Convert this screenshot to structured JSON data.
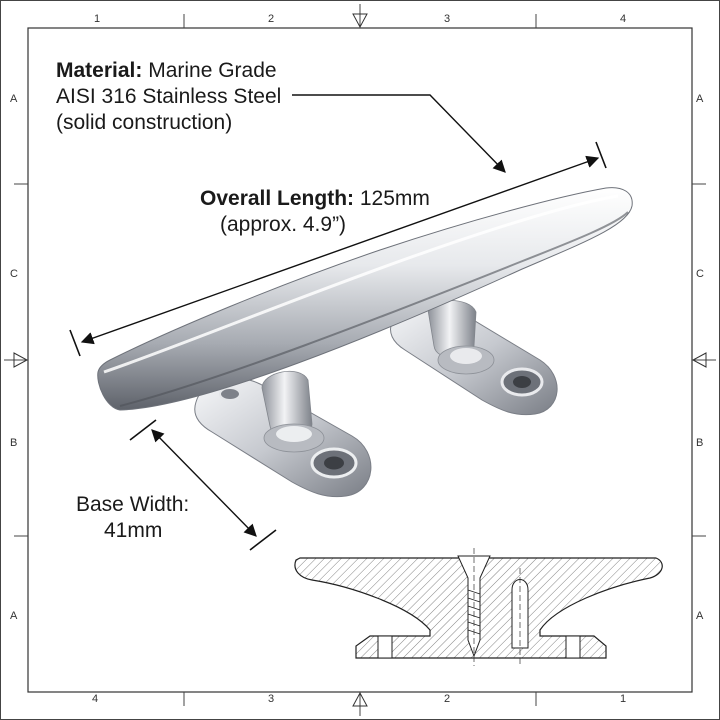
{
  "frame": {
    "top_zones": [
      "1",
      "2",
      "3",
      "4"
    ],
    "bottom_zones": [
      "4",
      "3",
      "2",
      "1"
    ],
    "left_zones": [
      "A",
      "C",
      "B",
      "A"
    ],
    "right_zones": [
      "A",
      "C",
      "B",
      "A"
    ]
  },
  "annotations": {
    "material": {
      "label": "Material:",
      "line1": "Marine Grade",
      "line2": "AISI 316 Stainless Steel",
      "line3": "(solid construction)"
    },
    "length": {
      "label": "Overall Length:",
      "value": "125mm",
      "approx": "(approx. 4.9”)"
    },
    "base": {
      "line1": "Base Width:",
      "line2": "41mm"
    }
  },
  "colors": {
    "frame": "#333333",
    "steel_light": "#f4f5f7",
    "steel_mid": "#c9ccd2",
    "steel_dark": "#6c7078",
    "arrow": "#111111",
    "hatch": "#555555"
  }
}
